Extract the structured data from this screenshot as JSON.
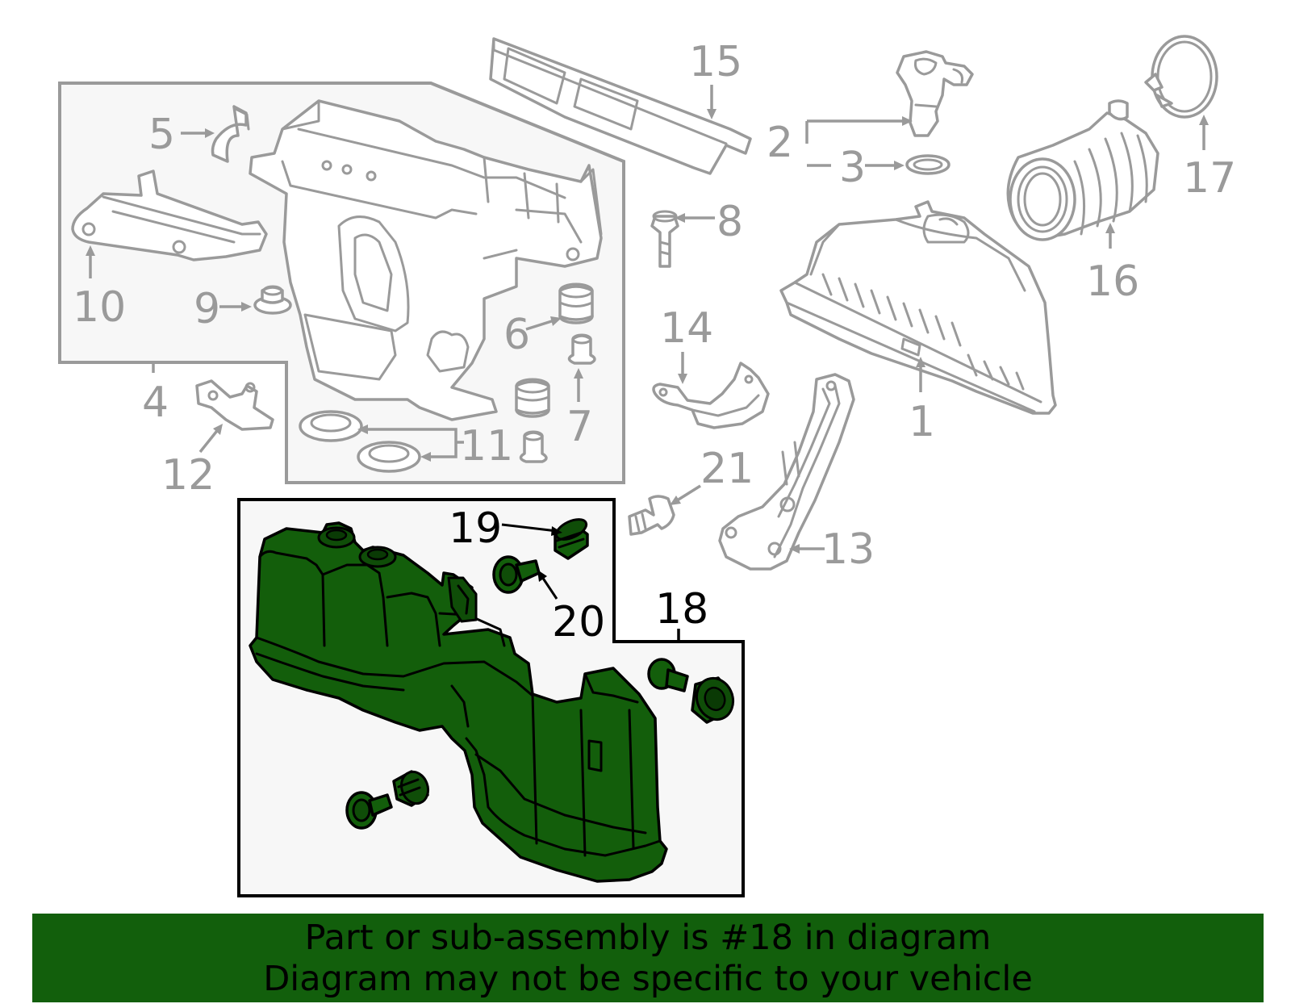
{
  "callouts": {
    "c1": "1",
    "c2": "2",
    "c3": "3",
    "c4": "4",
    "c5": "5",
    "c6": "6",
    "c7": "7",
    "c8": "8",
    "c9": "9",
    "c10": "10",
    "c11": "11",
    "c12": "12",
    "c13": "13",
    "c14": "14",
    "c15": "15",
    "c16": "16",
    "c17": "17",
    "c18": "18",
    "c19": "19",
    "c20": "20",
    "c21": "21"
  },
  "colors": {
    "highlight_part": "#135e0b",
    "banner_background": "#125f0c",
    "other_parts": "#9a9a9a"
  },
  "banner": {
    "line1": "Part or sub-assembly is #18 in diagram",
    "line2": "Diagram may not be specific to your vehicle"
  }
}
